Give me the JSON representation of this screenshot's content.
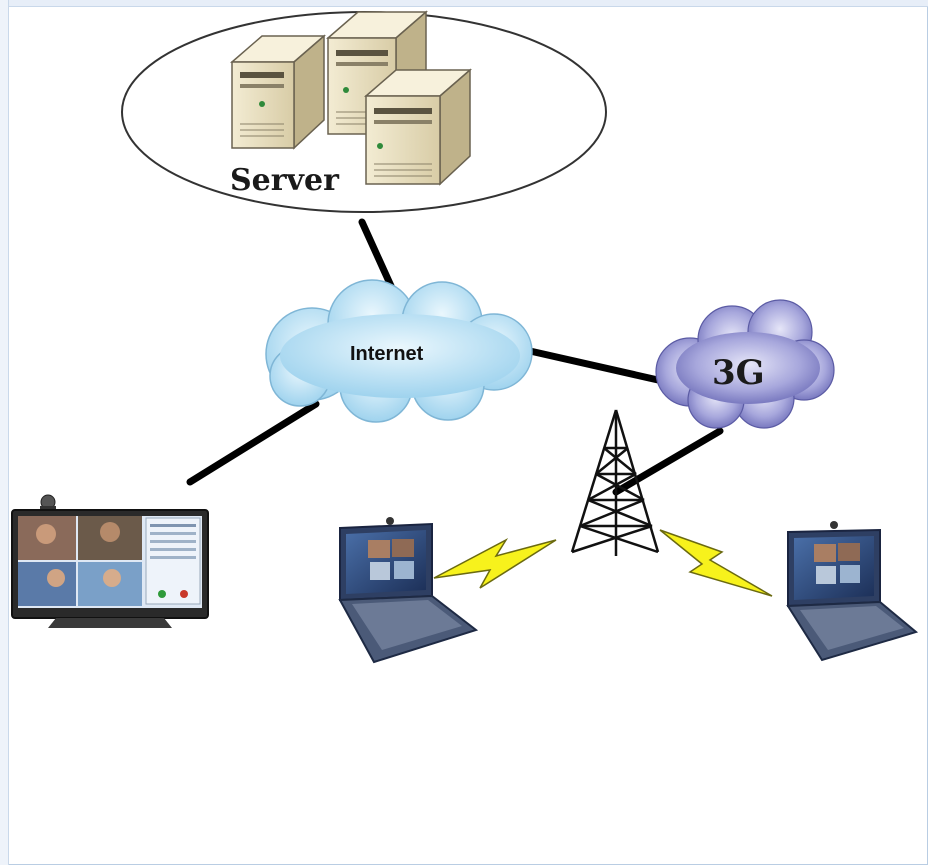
{
  "diagram": {
    "nodes": {
      "server": {
        "label": "Server",
        "icon": "server-tower-icon"
      },
      "internet": {
        "label": "Internet",
        "icon": "cloud-icon"
      },
      "mobile_network": {
        "label": "3G",
        "icon": "cloud-icon"
      },
      "tower": {
        "icon": "cell-tower-icon"
      },
      "tv_terminal": {
        "icon": "video-conference-tv-icon"
      },
      "laptop_left": {
        "icon": "laptop-icon"
      },
      "laptop_right": {
        "icon": "laptop-icon"
      }
    },
    "colors": {
      "cloud_internet": "#bfe3f4",
      "cloud_3g": "#8f8fce",
      "server_case": "#e8dfc2",
      "lightning": "#f7f21c",
      "link": "#000000"
    }
  }
}
